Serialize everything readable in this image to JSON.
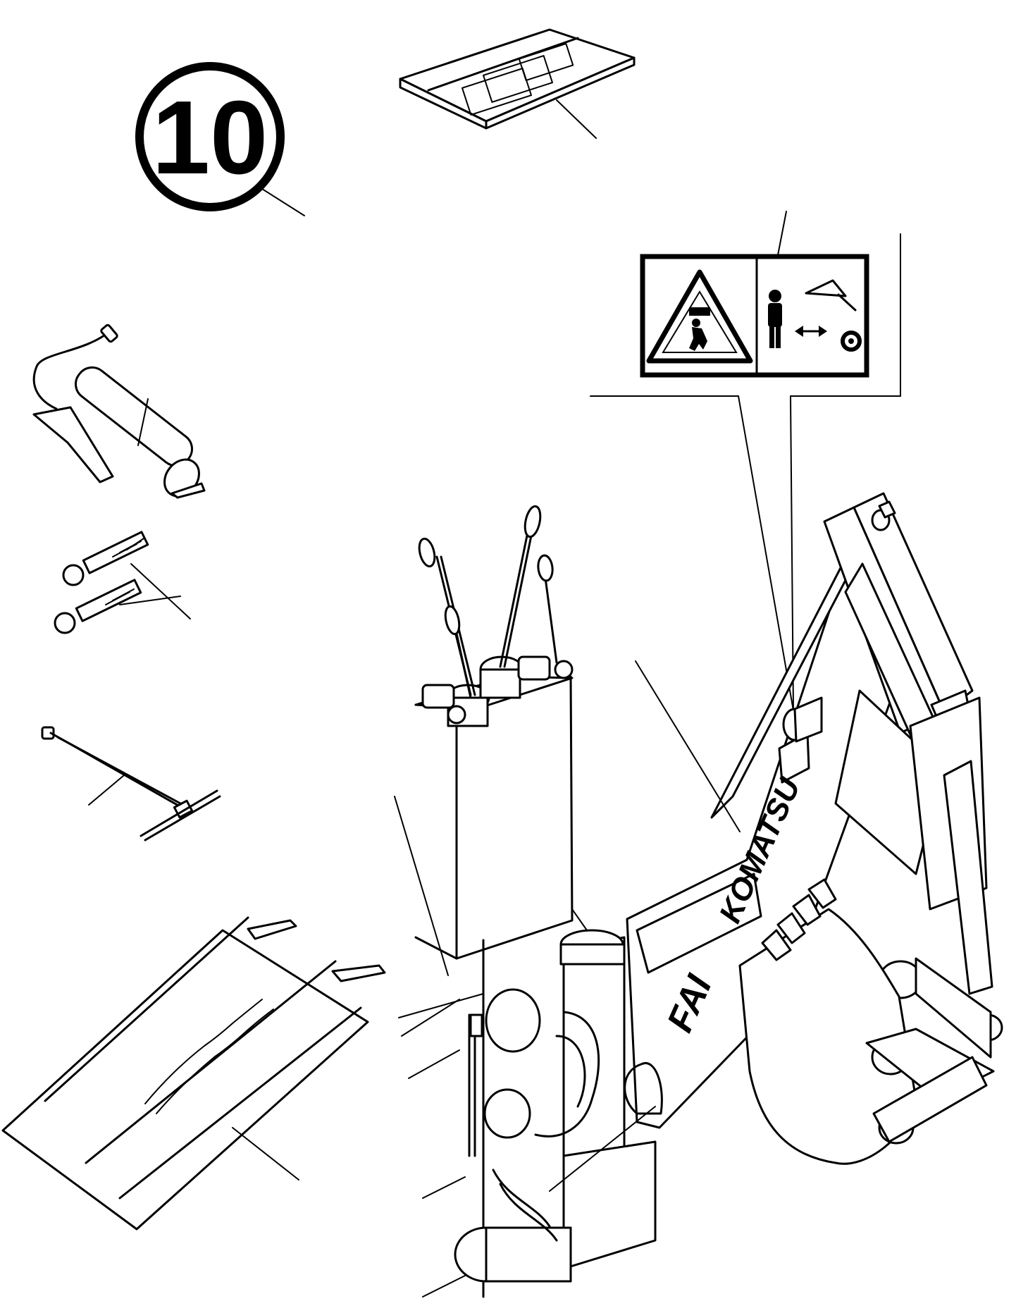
{
  "figure": {
    "item_number": "10",
    "machine_logo_primary": "KOMATSU",
    "machine_logo_secondary": "FAI"
  },
  "palette": {
    "ink": "#000000",
    "paper": "#ffffff"
  }
}
